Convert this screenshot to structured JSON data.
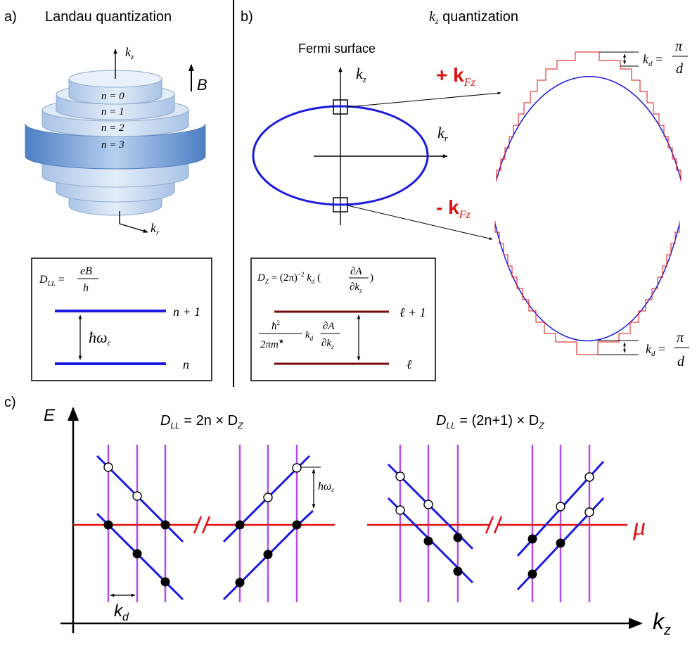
{
  "panel_a": {
    "label": "a)",
    "title": "Landau quantization",
    "kz_axis": "k",
    "kz_sub": "z",
    "kr_axis": "k",
    "kr_sub": "r",
    "field": "B",
    "levels": [
      "n = 0",
      "n = 1",
      "n = 2",
      "n = 3"
    ],
    "box": {
      "formula_lhs": "D",
      "formula_sub": "LL",
      "formula_num": "eB",
      "formula_den": "h",
      "upper_level": "n + 1",
      "lower_level": "n",
      "gap": "ħω",
      "gap_sub": "c"
    }
  },
  "panel_b": {
    "label": "b)",
    "title_k": "k",
    "title_sub": "z",
    "title_rest": " quantization",
    "fermi_label": "Fermi surface",
    "kz_axis": "k",
    "kz_sub": "z",
    "kr_axis": "k",
    "kr_sub": "r",
    "plus_kfz": "+ k",
    "minus_kfz": "- k",
    "kfz_sub": "Fz",
    "kd_label": "k",
    "kd_sub": "d",
    "kd_eq": "=",
    "kd_num": "π",
    "kd_den": "d",
    "box": {
      "formula": "D",
      "formula_sub": "Z",
      "formula_rest": " = (2π)",
      "formula_exp": "−2",
      "formula_k": " k",
      "formula_k_sub": "d",
      "formula_frac_num": "∂A",
      "formula_frac_den": "∂k",
      "formula_frac_den_sub": "z",
      "gap_num": "ħ",
      "gap_num_exp": "2",
      "gap_den": "2πm",
      "gap_den_exp": "★",
      "gap_k": "k",
      "gap_k_sub": "d",
      "gap_frac_num": "∂A",
      "gap_frac_den": "∂k",
      "gap_frac_den_sub": "z",
      "upper_level": "ℓ + 1",
      "lower_level": "ℓ"
    }
  },
  "panel_c": {
    "label": "c)",
    "e_axis": "E",
    "kz_axis": "k",
    "kz_sub": "z",
    "mu": "μ",
    "left_title": "D",
    "left_title_sub": "LL",
    "left_title_rest": " = 2n × D",
    "left_title_sub2": "Z",
    "right_title": "D",
    "right_title_sub": "LL",
    "right_title_rest": " = (2n+1) × D",
    "right_title_sub2": "Z",
    "hw": "ħω",
    "hw_sub": "c",
    "kd": "k",
    "kd_sub": "d"
  },
  "colors": {
    "blue": "#1a1ae0",
    "red": "#e01010",
    "purple": "#b44ee8",
    "maroon": "#7a0a0a",
    "cylinder": "#6f9bd4"
  }
}
